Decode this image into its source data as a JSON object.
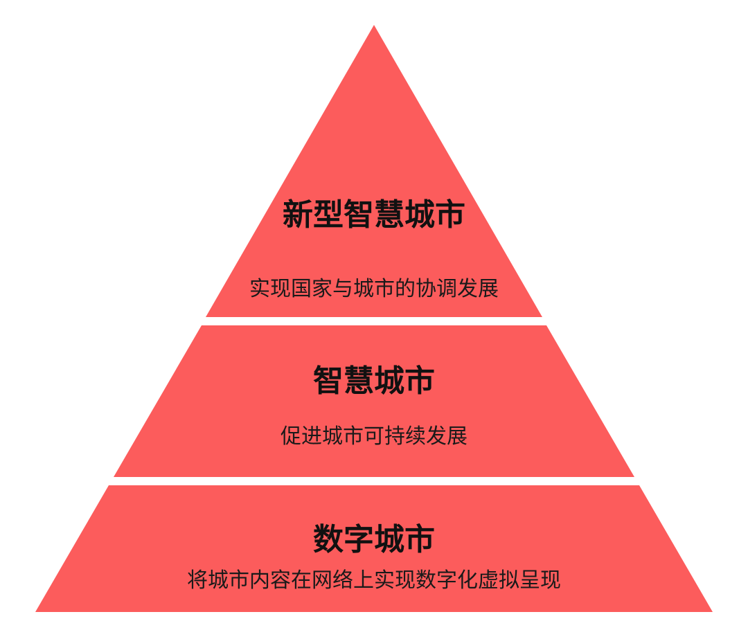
{
  "colors": {
    "tier_fill": "#fc5c5c",
    "background": "#ffffff",
    "title_text": "#111111",
    "subtitle_text": "#1a1a1a"
  },
  "pyramid": {
    "tiers": [
      {
        "title": "新型智慧城市",
        "subtitle": "实现国家与城市的协调发展"
      },
      {
        "title": "智慧城市",
        "subtitle": "促进城市可持续发展"
      },
      {
        "title": "数字城市",
        "subtitle": "将城市内容在网络上实现数字化虚拟呈现"
      }
    ]
  }
}
